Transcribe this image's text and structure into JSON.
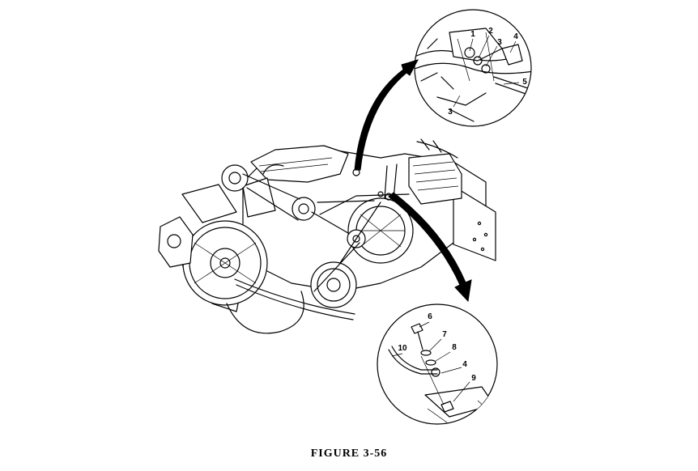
{
  "figure": {
    "caption": "FIGURE 3-56"
  },
  "upper_inset": {
    "callouts": [
      "1",
      "2",
      "3",
      "4",
      "5",
      "3"
    ]
  },
  "lower_inset": {
    "callouts": [
      "6",
      "7",
      "8",
      "10",
      "4",
      "9"
    ]
  }
}
